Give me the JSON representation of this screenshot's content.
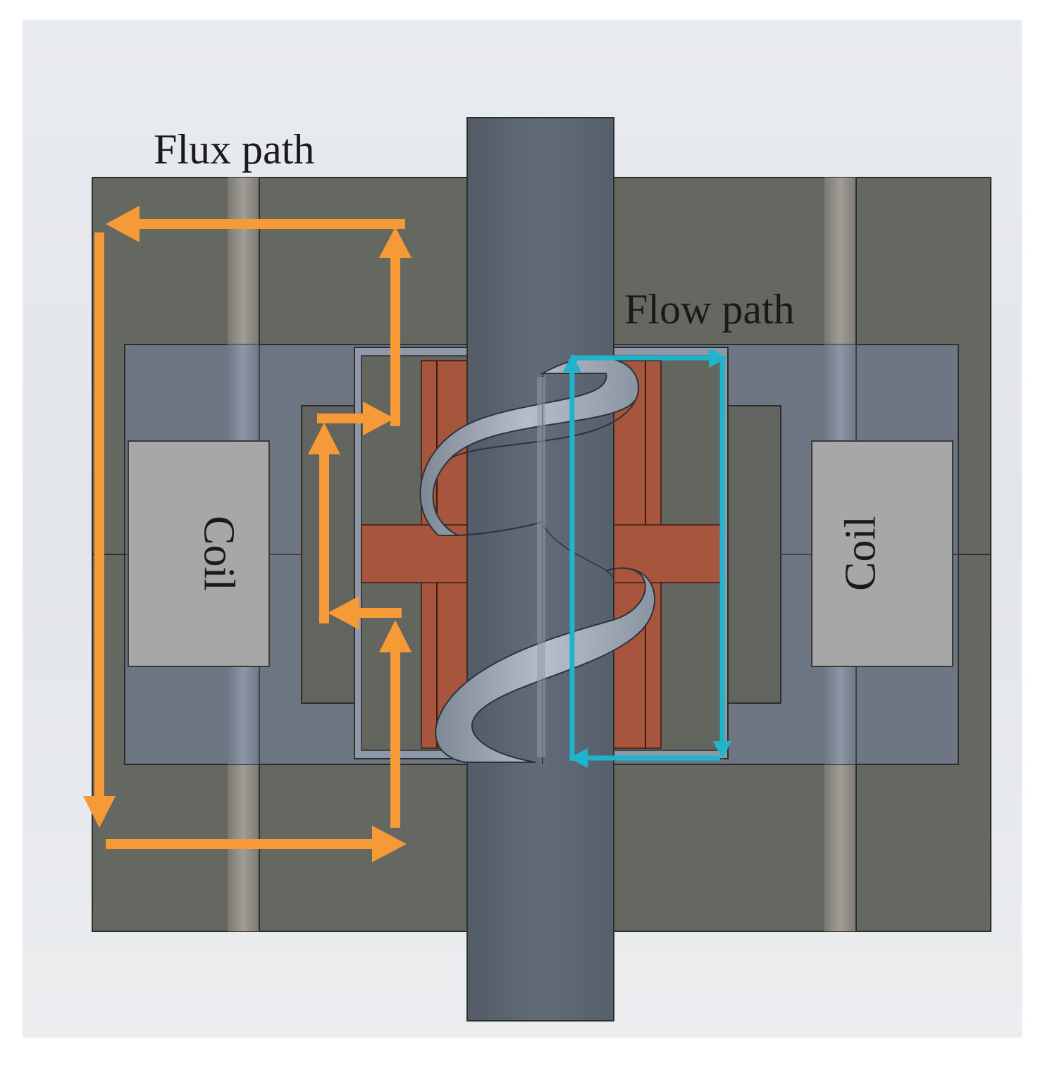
{
  "labels": {
    "flux_path": "Flux path",
    "flow_path": "Flow path",
    "coil_left": "Coil",
    "coil_right": "Coil"
  },
  "colors": {
    "background_top": "#e4e8ee",
    "housing": "#646660",
    "housing_groove": "#8b8882",
    "bobbin": "#6d7583",
    "coil": "#a6a6a6",
    "inner_core": "#626460",
    "rod": "#5d6673",
    "copper": "#a8553d",
    "helix": "#9aa3ae",
    "flux_arrow": "#f59a37",
    "flow_arrow": "#1fb3cc"
  }
}
